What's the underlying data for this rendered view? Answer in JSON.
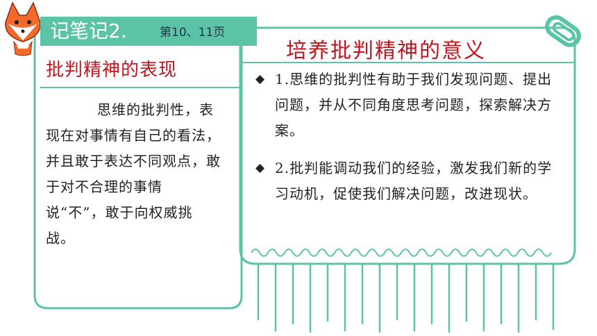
{
  "header": {
    "title": "记笔记2.",
    "pages": "第10、11页"
  },
  "left_card": {
    "title": "批判精神的表现",
    "text": "思维的批判性，表现在对事情有自己的看法，并且敢于表达不同观点，敢于对不合理的事情说“不”，敢于向权威挑战。"
  },
  "right_card": {
    "title": "培养批判精神的意义",
    "bullet": "◆",
    "points": [
      "1.思维的批判性有助于我们发现问题、提出问题，并从不同角度思考问题，探索解决方案。",
      "2.批判能调动我们的经验，激发我们新的学习动机，促使我们解决问题，改进现状。"
    ]
  },
  "colors": {
    "accent": "#5bc3a6",
    "title_red": "#c0141f",
    "fox_orange": "#f26a2c"
  }
}
